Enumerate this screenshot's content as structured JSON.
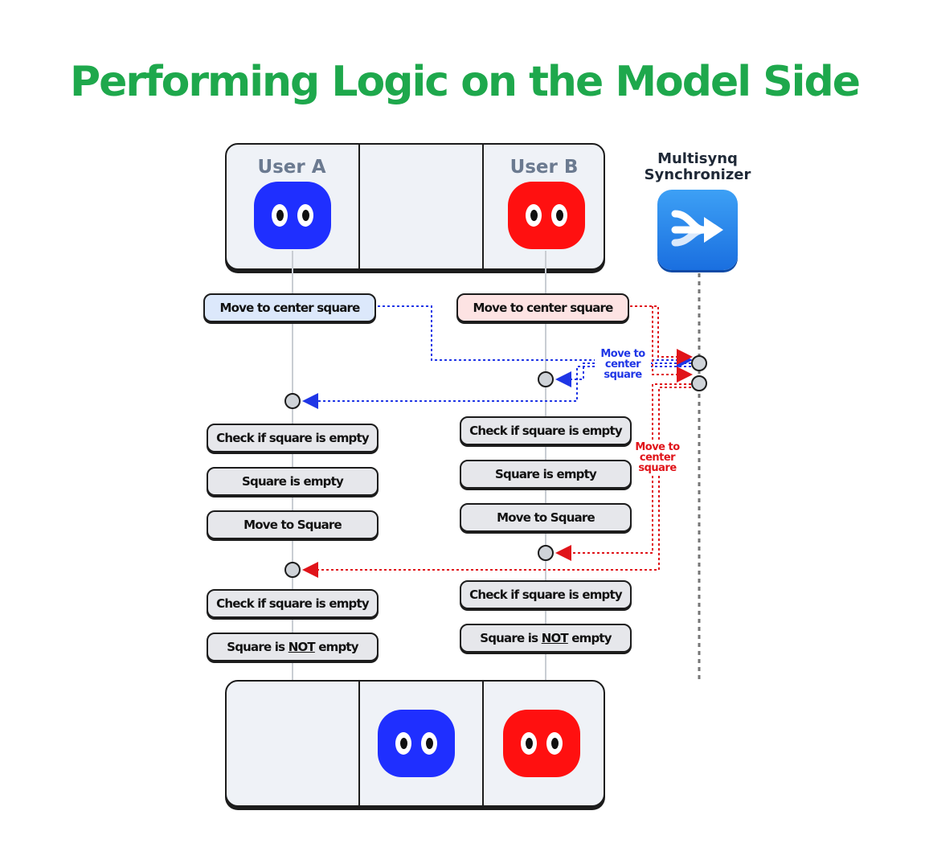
{
  "title": "Performing Logic on the Model Side",
  "colors": {
    "title": "#1ea84c",
    "user_a": "#1f2fff",
    "user_b": "#ff1010",
    "blue_arrow": "#1f36e6",
    "red_arrow": "#e0141a",
    "sync": "#1a6fe0"
  },
  "users": {
    "a": {
      "label": "User A",
      "icon": "blue-avatar-icon"
    },
    "b": {
      "label": "User B",
      "icon": "red-avatar-icon"
    }
  },
  "synchronizer": {
    "label_line1": "Multisynq",
    "label_line2": "Synchronizer",
    "icon": "merge-arrow-icon"
  },
  "actions": {
    "a_send": "Move to center square",
    "b_send": "Move to center square"
  },
  "messages": {
    "blue": [
      "Move to",
      "center",
      "square"
    ],
    "red": [
      "Move to",
      "center",
      "square"
    ]
  },
  "steps": {
    "a": [
      "Check if square is empty",
      "Square is empty",
      "Move to Square",
      "Check if square is empty"
    ],
    "a_not_prefix": "Square is",
    "a_not_word": "NOT",
    "a_not_suffix": "empty",
    "b": [
      "Check if square is empty",
      "Square is empty",
      "Move to Square",
      "Check if square is empty"
    ],
    "b_not_prefix": "Square is",
    "b_not_word": "NOT",
    "b_not_suffix": "empty"
  }
}
